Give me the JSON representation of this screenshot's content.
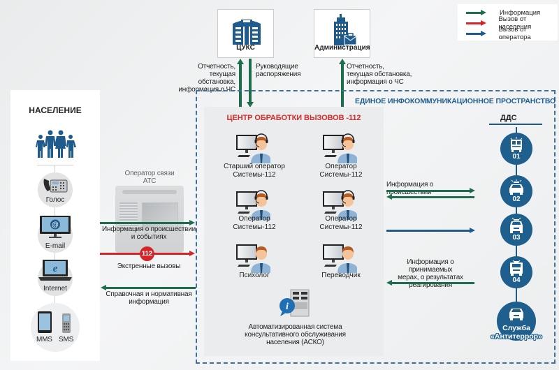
{
  "colors": {
    "information": "#1e6e4e",
    "call_from_population": "#d4262a",
    "call_from_operator": "#1f5b8c",
    "dds_circle": "#1f5f8e",
    "call_center_title": "#d52b2b",
    "unified_space_title": "#1f5d8f"
  },
  "legend": [
    {
      "label": "Информация",
      "color_key": "information"
    },
    {
      "label": "Вызов от населения",
      "color_key": "call_from_population"
    },
    {
      "label": "Вызов от оператора",
      "color_key": "call_from_operator"
    }
  ],
  "top_nodes": {
    "cuks": {
      "label": "ЦУКС",
      "icon": "government-building-icon"
    },
    "administration": {
      "label": "Администрация",
      "icon": "office-building-briefcase-icon"
    }
  },
  "top_flows": {
    "cuks_up": "Отчетность,\nтекущая обстановка,\nинформация о ЧС",
    "cuks_down": "Руководящие\nраспоряжения",
    "admin_up": "Отчетность,\nтекущая обстановка,\nинформация о ЧС"
  },
  "population": {
    "title": "НАСЕЛЕНИЕ",
    "icon": "family-icon",
    "channels": [
      {
        "label": "Голос",
        "icon": "desk-phone-icon"
      },
      {
        "label": "E-mail",
        "icon": "monitor-email-icon"
      },
      {
        "label": "Internet",
        "icon": "laptop-browser-icon"
      },
      {
        "label_a": "MMS",
        "label_b": "SMS",
        "icon": "mobile-devices-icon"
      }
    ]
  },
  "atc": {
    "label": "Оператор связи\nАТС",
    "badge": "112"
  },
  "left_flows": {
    "info_events": "Информация о происшествии\nи событиях",
    "emergency_calls": "Экстренные вызовы",
    "reference_info": "Справочная и нормативная\nинформация"
  },
  "unified_space": {
    "title": "ЕДИНОЕ ИНФОКОММУНИКАЦИОННОЕ ПРОСТРАНСТВО"
  },
  "call_center": {
    "title": "ЦЕНТР ОБРАБОТКИ ВЫЗОВОВ -112",
    "staff": [
      {
        "label": "Старший оператор\nСистемы-112",
        "headset": true
      },
      {
        "label": "Оператор\nСистемы-112",
        "headset": true
      },
      {
        "label": "Оператор\nСистемы-112",
        "headset": true
      },
      {
        "label": "Оператор\nСистемы-112",
        "headset": true
      },
      {
        "label": "Психолог",
        "headset": false
      },
      {
        "label": "Переводчик",
        "headset": false
      }
    ],
    "asko": {
      "label": "Автоматизированная система\nконсультативного обслуживания\nнаселения (АСКО)",
      "icon": "info-server-icon"
    }
  },
  "right_flows": {
    "incident_info": "Информация о происшествии",
    "measures_info": "Информация о принимаемых\nмерах, о результатах\nреагирования"
  },
  "dds": {
    "title": "ДДС",
    "services": [
      {
        "code": "01",
        "icon": "fire-truck-icon"
      },
      {
        "code": "02",
        "icon": "police-car-icon"
      },
      {
        "code": "03",
        "icon": "ambulance-car-icon"
      },
      {
        "code": "04",
        "icon": "gas-service-truck-icon"
      },
      {
        "code": "Служба\n«Антитеррор»",
        "icon": "car-icon"
      }
    ]
  }
}
